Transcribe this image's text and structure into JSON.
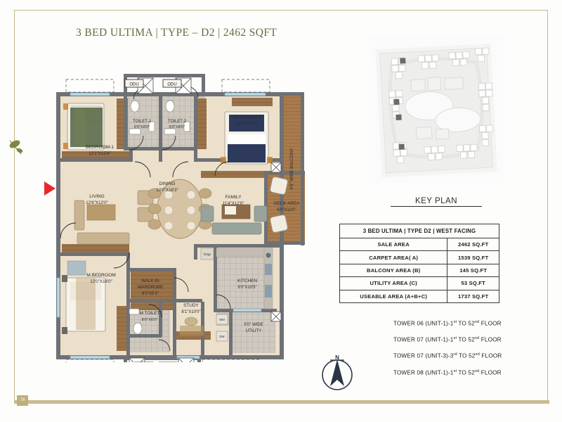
{
  "title": "3 BED ULTIMA  |  TYPE – D2  |  2462 SQFT",
  "page_number": "78",
  "key_plan": {
    "label": "KEY PLAN"
  },
  "compass": {
    "north_label": "N"
  },
  "spec_table": {
    "header": "3 BED ULTIMA  |  TYPE D2  |  WEST FACING",
    "rows": [
      {
        "label": "SALE AREA",
        "value": "2462 SQ.FT"
      },
      {
        "label": "CARPET AREA( A)",
        "value": "1539 SQ.FT"
      },
      {
        "label": "BALCONY AREA (B)",
        "value": "145 SQ.FT"
      },
      {
        "label": "UTILITY AREA (C)",
        "value": "53 SQ.FT"
      },
      {
        "label": "USEABLE AREA (A+B+C)",
        "value": "1737 SQ.FT"
      }
    ]
  },
  "towers": [
    {
      "prefix": "TOWER 06 (UNIT-1)-1",
      "sup1": "st",
      "mid": " TO 52",
      "sup2": "nd",
      "suffix": " FLOOR"
    },
    {
      "prefix": "TOWER 07 (UNIT-1)-1",
      "sup1": "st",
      "mid": " TO 52",
      "sup2": "nd",
      "suffix": " FLOOR"
    },
    {
      "prefix": "TOWER 07 (UNIT-3)-3",
      "sup1": "rd",
      "mid": " TO 52",
      "sup2": "nd",
      "suffix": " FLOOR"
    },
    {
      "prefix": "TOWER 08 (UNIT-1)-1",
      "sup1": "st",
      "mid": " TO 52",
      "sup2": "nd",
      "suffix": " FLOOR"
    }
  ],
  "floor_plan": {
    "rooms": [
      {
        "id": "bedroom1",
        "name": "BEDROOM-1",
        "dims": "12'1\"X12'4\""
      },
      {
        "id": "bedroom2",
        "name": "BEDROOM-2",
        "dims": "13'0\"X12'4\""
      },
      {
        "id": "toilet1",
        "name": "TOILET-1",
        "dims": "6'0\"X8'0\""
      },
      {
        "id": "toilet2",
        "name": "TOILET-2",
        "dims": "6'0\"X8'0\""
      },
      {
        "id": "living",
        "name": "LIVING",
        "dims": "12'6\"X12'0\""
      },
      {
        "id": "dining",
        "name": "DINING",
        "dims": "13'0\"X16'3\""
      },
      {
        "id": "family",
        "name": "FAMILY",
        "dims": "11'4\"X12'0\""
      },
      {
        "id": "deck",
        "name": "DECK AREA",
        "dims": "6'0\"X12'0\""
      },
      {
        "id": "mbedroom",
        "name": "M.BEDROOM",
        "dims": "12'0\"X16'0\""
      },
      {
        "id": "wardrobe",
        "name": "WALK-IN\nWARDROBE",
        "dims": "8'0\"X5'3\""
      },
      {
        "id": "mtoilet",
        "name": "M.TOILET",
        "dims": "8'0\"X6'0\""
      },
      {
        "id": "study",
        "name": "STUDY",
        "dims": "8'1\"X10'0\""
      },
      {
        "id": "kitchen",
        "name": "KITCHEN",
        "dims": "9'0\"X10'5\""
      }
    ],
    "balcony_label": "4'0\" WIDE BALCONY",
    "utility_label_line1": "5'0\" WIDE",
    "utility_label_line2": "UTILITY",
    "fridge_label": "fridge",
    "appliance_wm": "WM",
    "appliance_dw": "DW",
    "odu_label": "ODU",
    "odu_count_top": 2,
    "odu_count_bottom": 2
  },
  "colors": {
    "title": "#6b6a3f",
    "frame": "#c6b88a",
    "wall": "#6e7175",
    "floor_living": "#ece0cb",
    "floor_wood": "#9a7248",
    "floor_tile": "#cfc6bb",
    "entry_arrow": "#e8282b",
    "compass": "#2b3547"
  }
}
